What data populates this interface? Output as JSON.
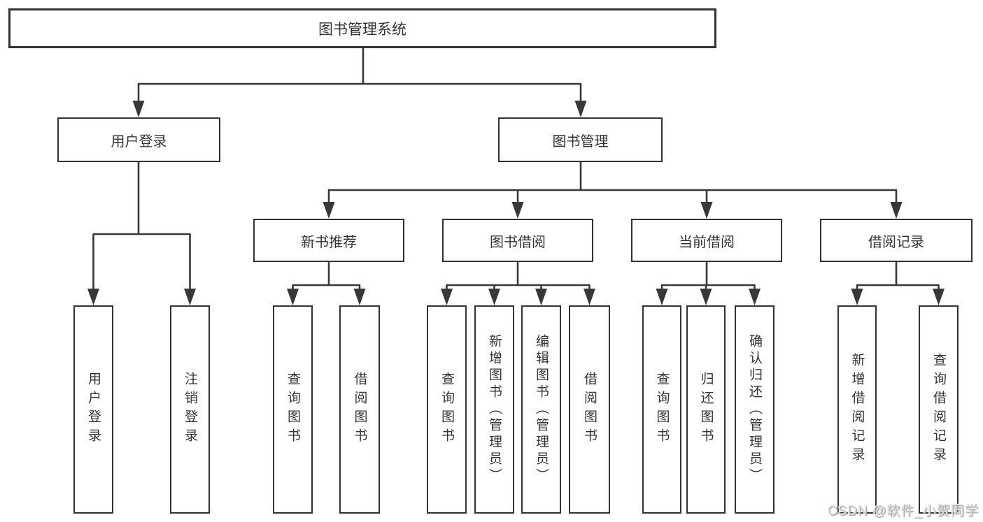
{
  "nodes": {
    "root": "图书管理系统",
    "user_login": "用户登录",
    "book_mgmt": "图书管理",
    "new_book_rec": "新书推荐",
    "book_borrow": "图书借阅",
    "current_borrow": "当前借阅",
    "borrow_records": "借阅记录",
    "leaf_user_login": "用户登录",
    "leaf_logout": "注销登录",
    "leaf_rec_query_book": "查询图书",
    "leaf_rec_borrow_book": "借阅图书",
    "leaf_bb_query_book": "查询图书",
    "leaf_bb_add_book": "新增图书（管理员）",
    "leaf_bb_edit_book": "编辑图书（管理员）",
    "leaf_bb_borrow_book": "借阅图书",
    "leaf_cb_query_book": "查询图书",
    "leaf_cb_return_book": "归还图书",
    "leaf_cb_confirm_return": "确认归还（管理员）",
    "leaf_br_add_record": "新增借阅记录",
    "leaf_br_query_record": "查询借阅记录"
  },
  "watermark": "CSDN @软件_小贺同学",
  "colors": {
    "line": "#383838",
    "border": "#333333",
    "text": "#333333",
    "background": "#ffffff",
    "watermark": "#d8d8d8"
  }
}
